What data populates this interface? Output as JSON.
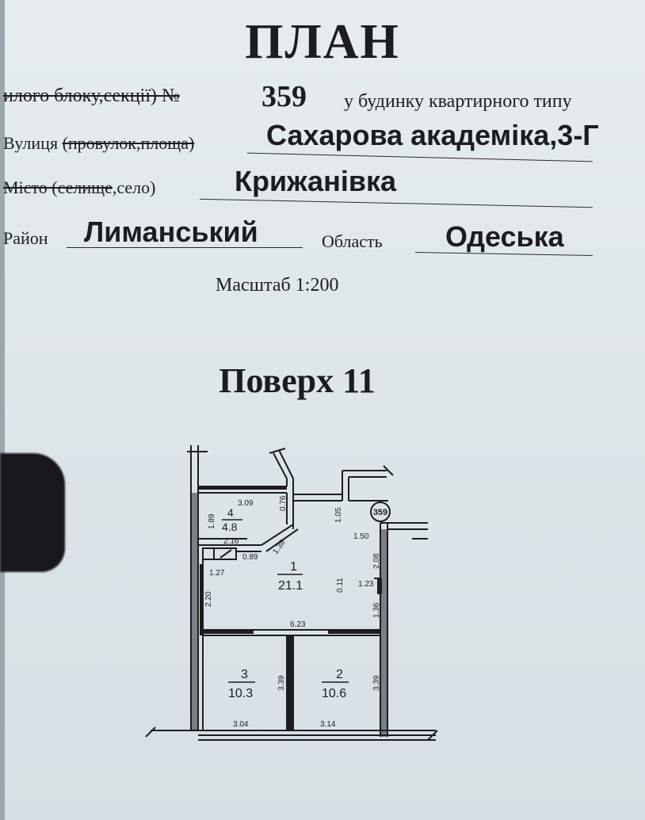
{
  "header": {
    "title": "ПЛАН",
    "line1_label": "илого блоку,секції) №",
    "line1_number": "359",
    "line1_suffix": "у будинку квартирного типу",
    "street_label_plain": "Вулиця ",
    "street_label_struck": "(провулок,площа)",
    "street_value": "Сахарова академіка,3-Г",
    "city_label_struck": "Місто (селище",
    "city_label_plain": ",село)",
    "city_value": "Крижанівка",
    "district_label": "Район",
    "district_value": "Лиманський",
    "region_label": "Область",
    "region_value": "Одеська",
    "scale": "Масштаб 1:200"
  },
  "floor": {
    "label": "Поверх  11"
  },
  "plan": {
    "apartment_marker": "359",
    "rooms": [
      {
        "number": "1",
        "area": "21.1"
      },
      {
        "number": "2",
        "area": "10.6"
      },
      {
        "number": "3",
        "area": "10.3"
      },
      {
        "number": "4",
        "area": "4.8"
      }
    ],
    "dimensions": {
      "d309": "3.09",
      "d076": "0.76",
      "d189": "1.89",
      "d216": "2.16",
      "d138": "1.38",
      "d089": "0.89",
      "d127": "1.27",
      "d220": "2.20",
      "d105": "1.05",
      "d150": "1.50",
      "d208": "2.08",
      "d011": "0.11",
      "d123": "1.23",
      "d136": "1.36",
      "d623": "6.23",
      "d339a": "3.39",
      "d339b": "3.39",
      "d304": "3.04",
      "d314": "3.14"
    }
  }
}
